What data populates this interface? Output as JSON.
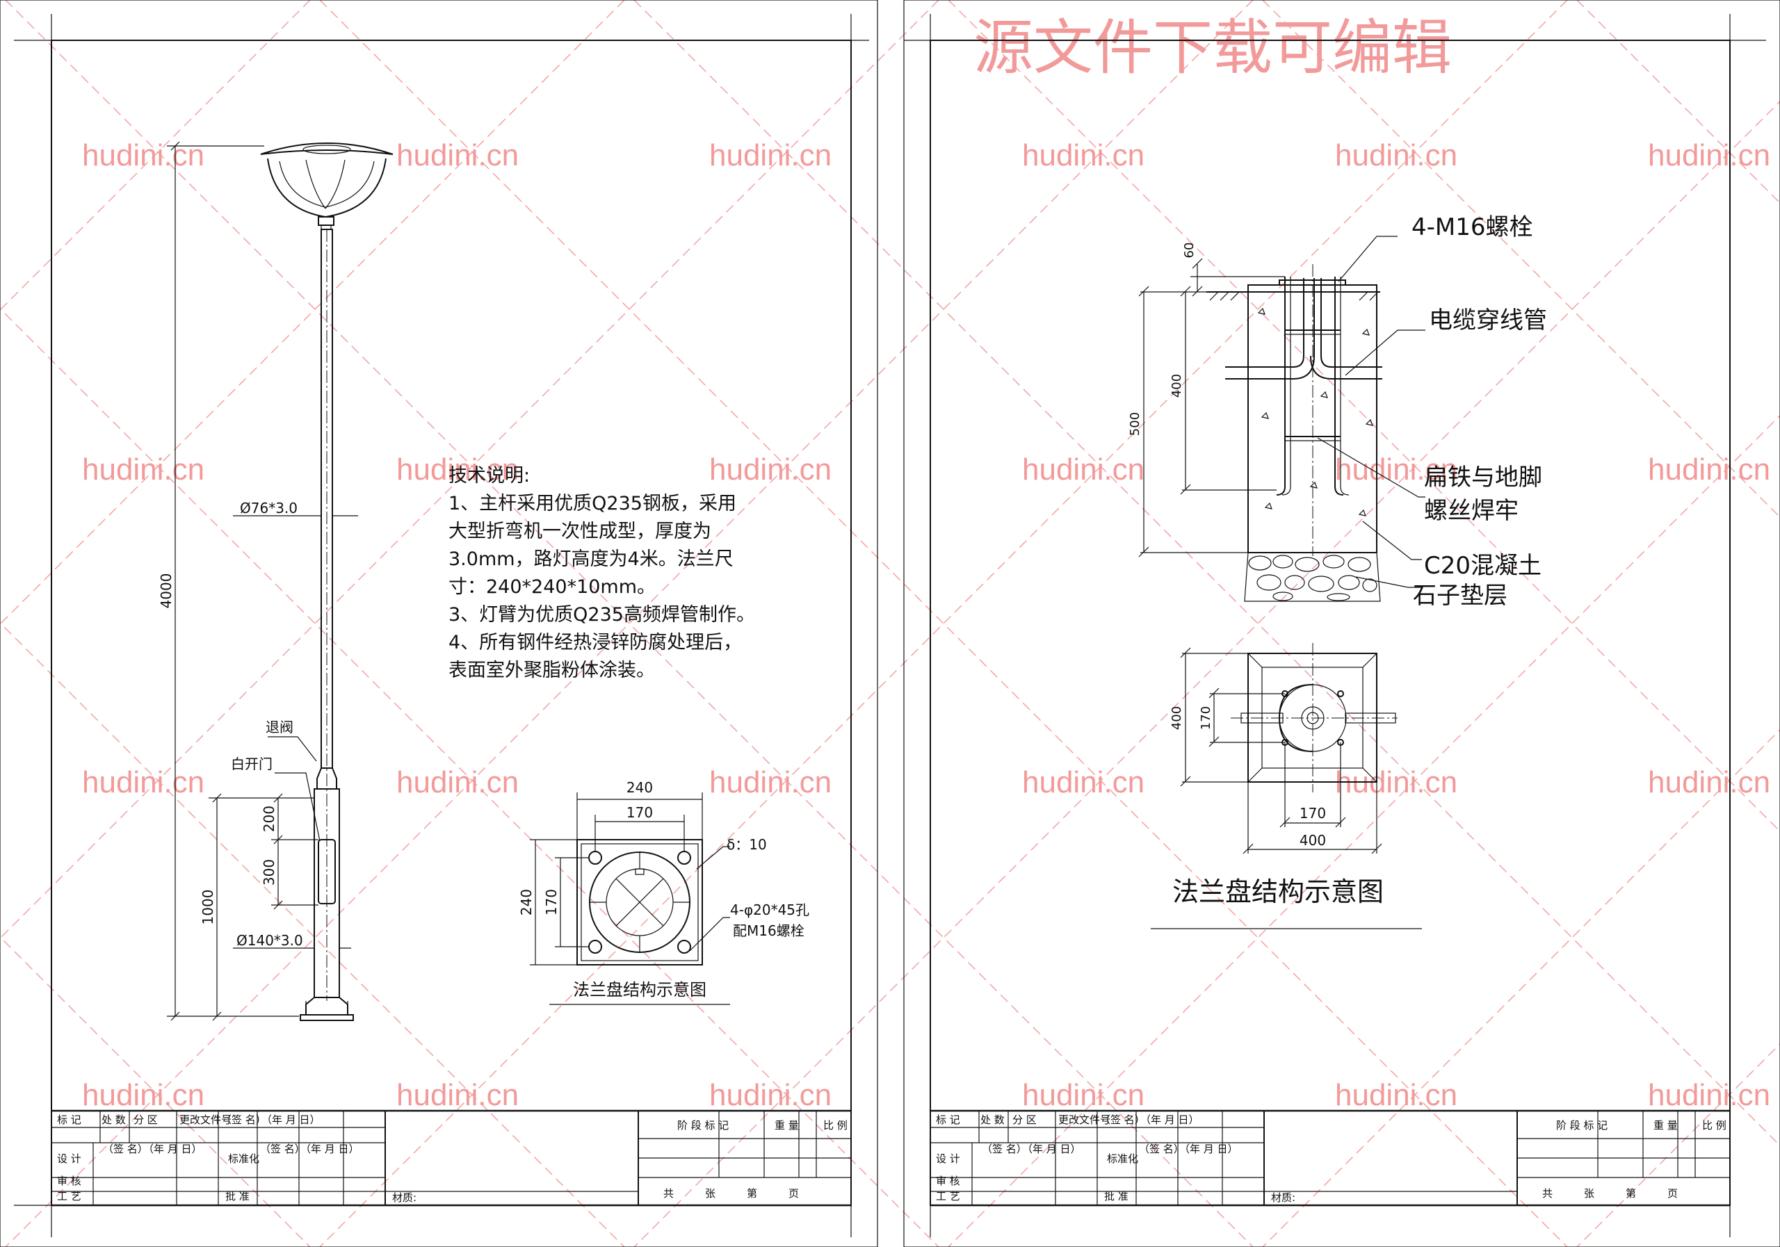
{
  "watermark": {
    "site_text": "hudini.cn",
    "heading_text": "源文件下载可编辑",
    "color": "#f29a9a"
  },
  "left_sheet": {
    "pole_dimensions": {
      "total_height": "4000",
      "door_section": "1000",
      "door_offset": "200",
      "door_height": "300",
      "upper_pipe": "Ø76*3.0",
      "lower_pipe": "Ø140*3.0"
    },
    "labels": {
      "valve": "退阀",
      "door": "白开门"
    },
    "tech_notes": {
      "title": "技术说明:",
      "lines": [
        "1、主杆采用优质Q235钢板，采用",
        "大型折弯机一次性成型，厚度为",
        "3.0mm，路灯高度为4米。法兰尺",
        "寸：240*240*10mm。",
        "3、灯臂为优质Q235高频焊管制作。",
        "4、所有钢件经热浸锌防腐处理后，",
        "表面室外聚脂粉体涂装。"
      ]
    },
    "flange": {
      "width_outer": "240",
      "width_inner": "170",
      "height_outer": "240",
      "height_inner": "170",
      "thickness": "δ：10",
      "holes": "4-φ20*45孔",
      "bolts": "配M16螺栓",
      "caption": "法兰盘结构示意图"
    }
  },
  "right_sheet": {
    "section": {
      "bolt_label": "4-M16螺栓",
      "cable_label": "电缆穿线管",
      "flat_iron_line1": "扁铁与地脚",
      "flat_iron_line2": "螺丝焊牢",
      "concrete_label": "C20混凝土",
      "gravel_label": "石子垫层",
      "dim_top": "60",
      "dim_mid": "400",
      "dim_total": "500"
    },
    "plan": {
      "dim_left_outer": "400",
      "dim_left_inner": "170",
      "dim_bottom_inner": "170",
      "dim_bottom_outer": "400"
    },
    "caption": "法兰盘结构示意图"
  },
  "title_block": {
    "row1": [
      "标 记",
      "处 数",
      "分 区",
      "更改文件号",
      "（签 名）",
      "（年 月 日）"
    ],
    "row2": [
      "设 计",
      "（签 名）",
      "（年 月 日）",
      "标准化",
      "（签 名）",
      "（年 月 日）"
    ],
    "row3": [
      "审 核"
    ],
    "row4": [
      "工 艺",
      "批 准"
    ],
    "material": "材质:",
    "stage": "阶 段 标 记",
    "weight": "重 量",
    "scale": "比 例",
    "pages": [
      "共",
      "张",
      "第",
      "页"
    ]
  }
}
